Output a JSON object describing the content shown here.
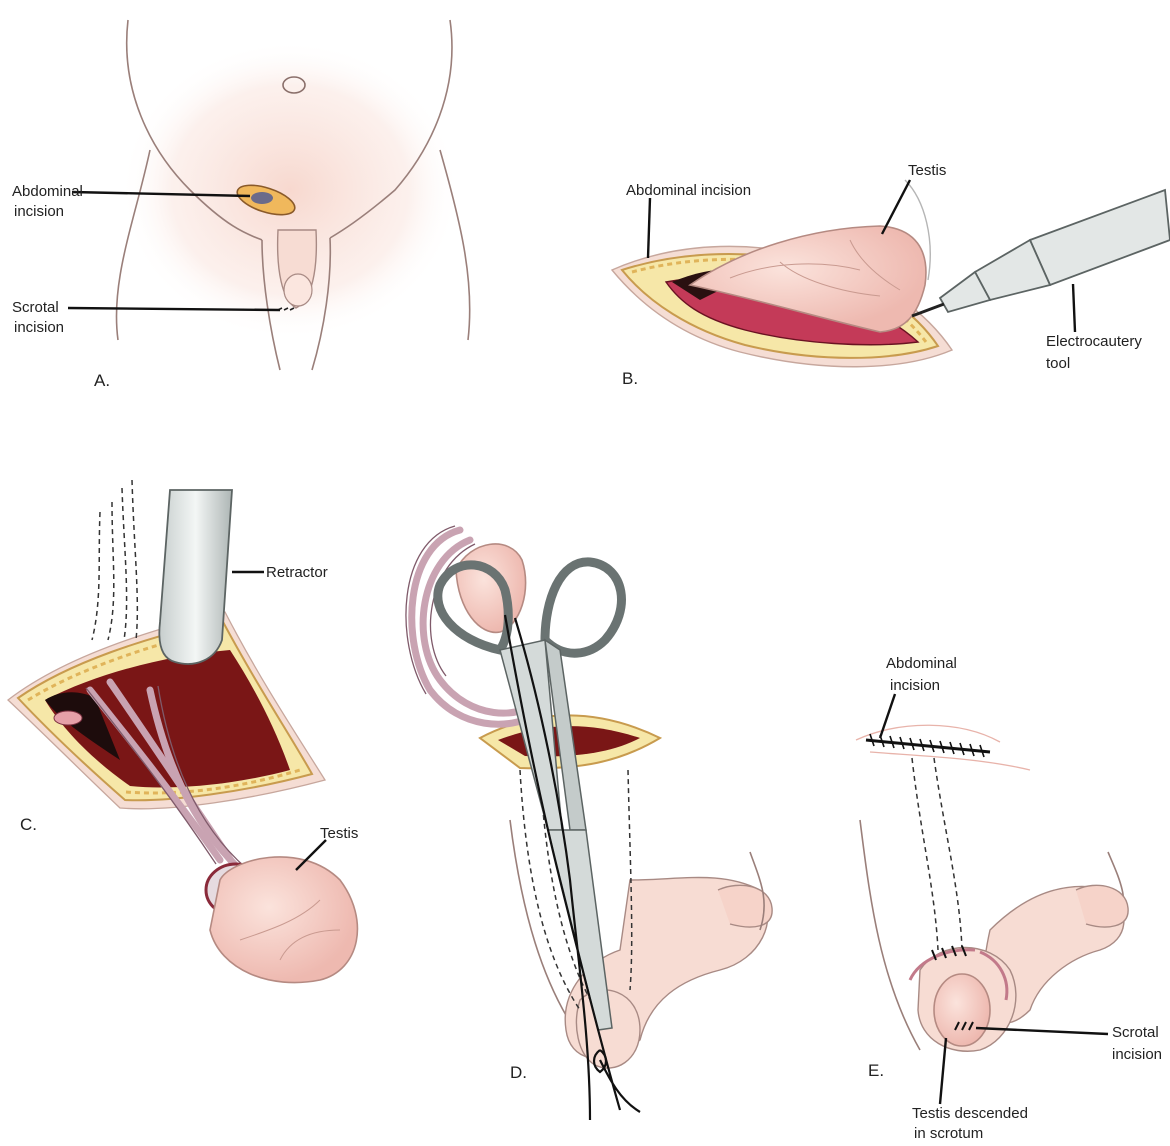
{
  "panels": {
    "a": {
      "letter": "A.",
      "abdominal_incision_line1": "Abdominal",
      "abdominal_incision_line2": "incision",
      "scrotal_incision_line1": "Scrotal",
      "scrotal_incision_line2": "incision"
    },
    "b": {
      "letter": "B.",
      "abdominal_incision": "Abdominal incision",
      "testis": "Testis",
      "electrocautery_line1": "Electrocautery",
      "electrocautery_line2": "tool"
    },
    "c": {
      "letter": "C.",
      "retractor": "Retractor",
      "testis": "Testis"
    },
    "d": {
      "letter": "D."
    },
    "e": {
      "letter": "E.",
      "abdominal_incision_line1": "Abdominal",
      "abdominal_incision_line2": "incision",
      "scrotal_incision_line1": "Scrotal",
      "scrotal_incision_line2": "incision",
      "testis_descended_line1": "Testis descended",
      "testis_descended_line2": "in scrotum"
    }
  },
  "colors": {
    "skin": "#f7dcd3",
    "fat": "#f6e7a8",
    "muscle": "#7a1616",
    "metal": "#e3e7e6",
    "leader": "#111111"
  }
}
